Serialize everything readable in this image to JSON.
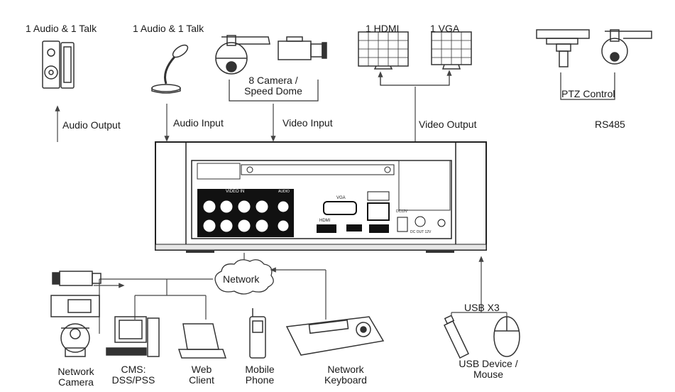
{
  "top": {
    "audio_output_device": "1 Audio  & 1 Talk",
    "audio_input_device": "1 Audio & 1 Talk",
    "camera_label": "8 Camera /\nSpeed Dome",
    "monitor_hdmi": "1 HDMI",
    "monitor_vga": "1 VGA",
    "ptz_label": "PTZ Control",
    "audio_output": "Audio  Output",
    "audio_input": "Audio  Input",
    "video_input": "Video Input",
    "video_output": "Video Output",
    "rs485": "RS485"
  },
  "panel": {
    "video_in": "VIDEO IN",
    "audio": "AUDIO",
    "vga": "VGA",
    "hdmi": "HDMI",
    "dc_in": "DC12V",
    "dc_out": "DC OUT 12V"
  },
  "bottom": {
    "network": "Network",
    "usb_x3": "USB X3",
    "devices": [
      {
        "label": "Network\nCamera"
      },
      {
        "label": "CMS:\nDSS/PSS"
      },
      {
        "label": "Web\nClient"
      },
      {
        "label": "Mobile\nPhone"
      },
      {
        "label": "Network\nKeyboard"
      },
      {
        "label": "USB Device /\nMouse"
      }
    ]
  }
}
